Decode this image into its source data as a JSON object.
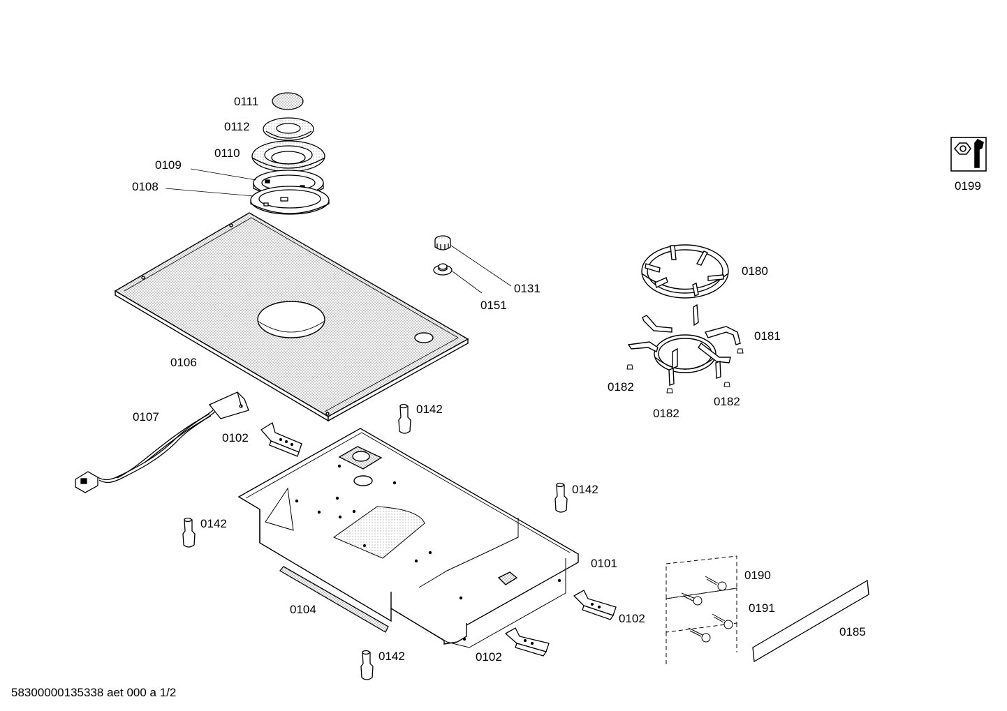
{
  "labels": {
    "p0111": "0111",
    "p0112": "0112",
    "p0110": "0110",
    "p0109": "0109",
    "p0108": "0108",
    "p0131": "0131",
    "p0151": "0151",
    "p0180": "0180",
    "p0181": "0181",
    "p0182a": "0182",
    "p0182b": "0182",
    "p0182c": "0182",
    "p0106": "0106",
    "p0107": "0107",
    "p0102a": "0102",
    "p0102b": "0102",
    "p0102c": "0102",
    "p0142a": "0142",
    "p0142b": "0142",
    "p0142c": "0142",
    "p0142d": "0142",
    "p0101": "0101",
    "p0104": "0104",
    "p0190": "0190",
    "p0191": "0191",
    "p0185": "0185",
    "p0199": "0199"
  },
  "footer": "58300000135338 aet 000 a 1/2",
  "icons": {
    "service": "wrench-nut-icon"
  }
}
